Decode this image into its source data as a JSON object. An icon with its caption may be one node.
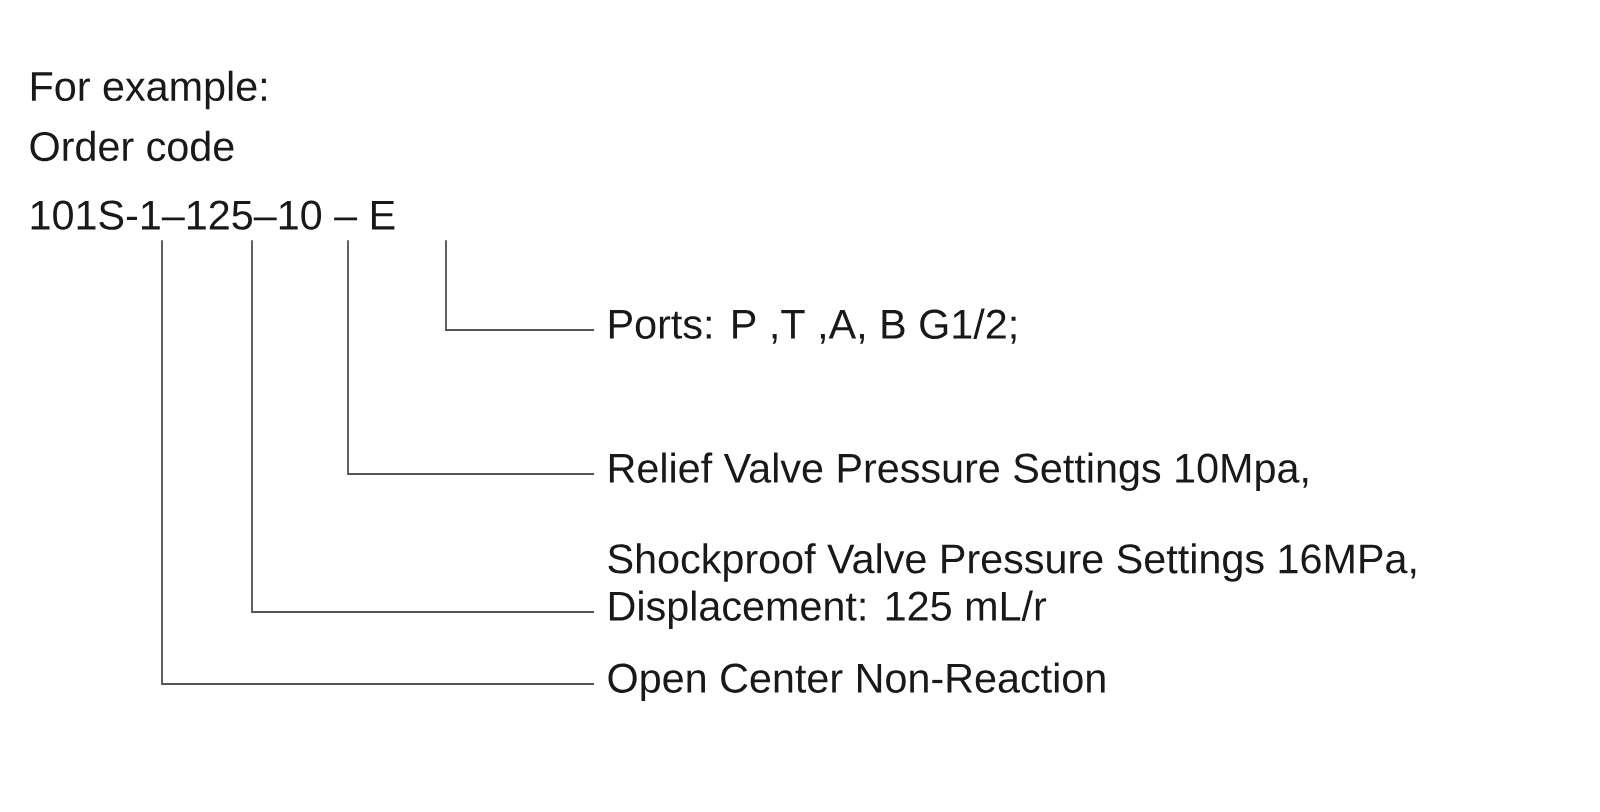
{
  "diagram": {
    "nodes": [
      {
        "text": [
          "101S-1–125–10 – E"
        ]
      },
      {
        "text": [
          "Ports: P ,T ,A, B  G1/2;"
        ]
      },
      {
        "text": [
          "Relief Valve Pressure Settings 10Mpa,",
          "Shockproof Valve Pressure Settings 16MPa,"
        ]
      },
      {
        "text": [
          "Displacement: 125 mL/r"
        ]
      },
      {
        "text": [
          "Open Center  Non-Reaction"
        ]
      }
    ],
    "edges": [
      {
        "from": 0,
        "to": 1,
        "arrow": "none"
      },
      {
        "from": 0,
        "to": 2,
        "arrow": "none"
      },
      {
        "from": 0,
        "to": 3,
        "arrow": "none"
      },
      {
        "from": 0,
        "to": 4,
        "arrow": "none"
      }
    ],
    "labels": [
      "For example:",
      "Order code"
    ]
  }
}
